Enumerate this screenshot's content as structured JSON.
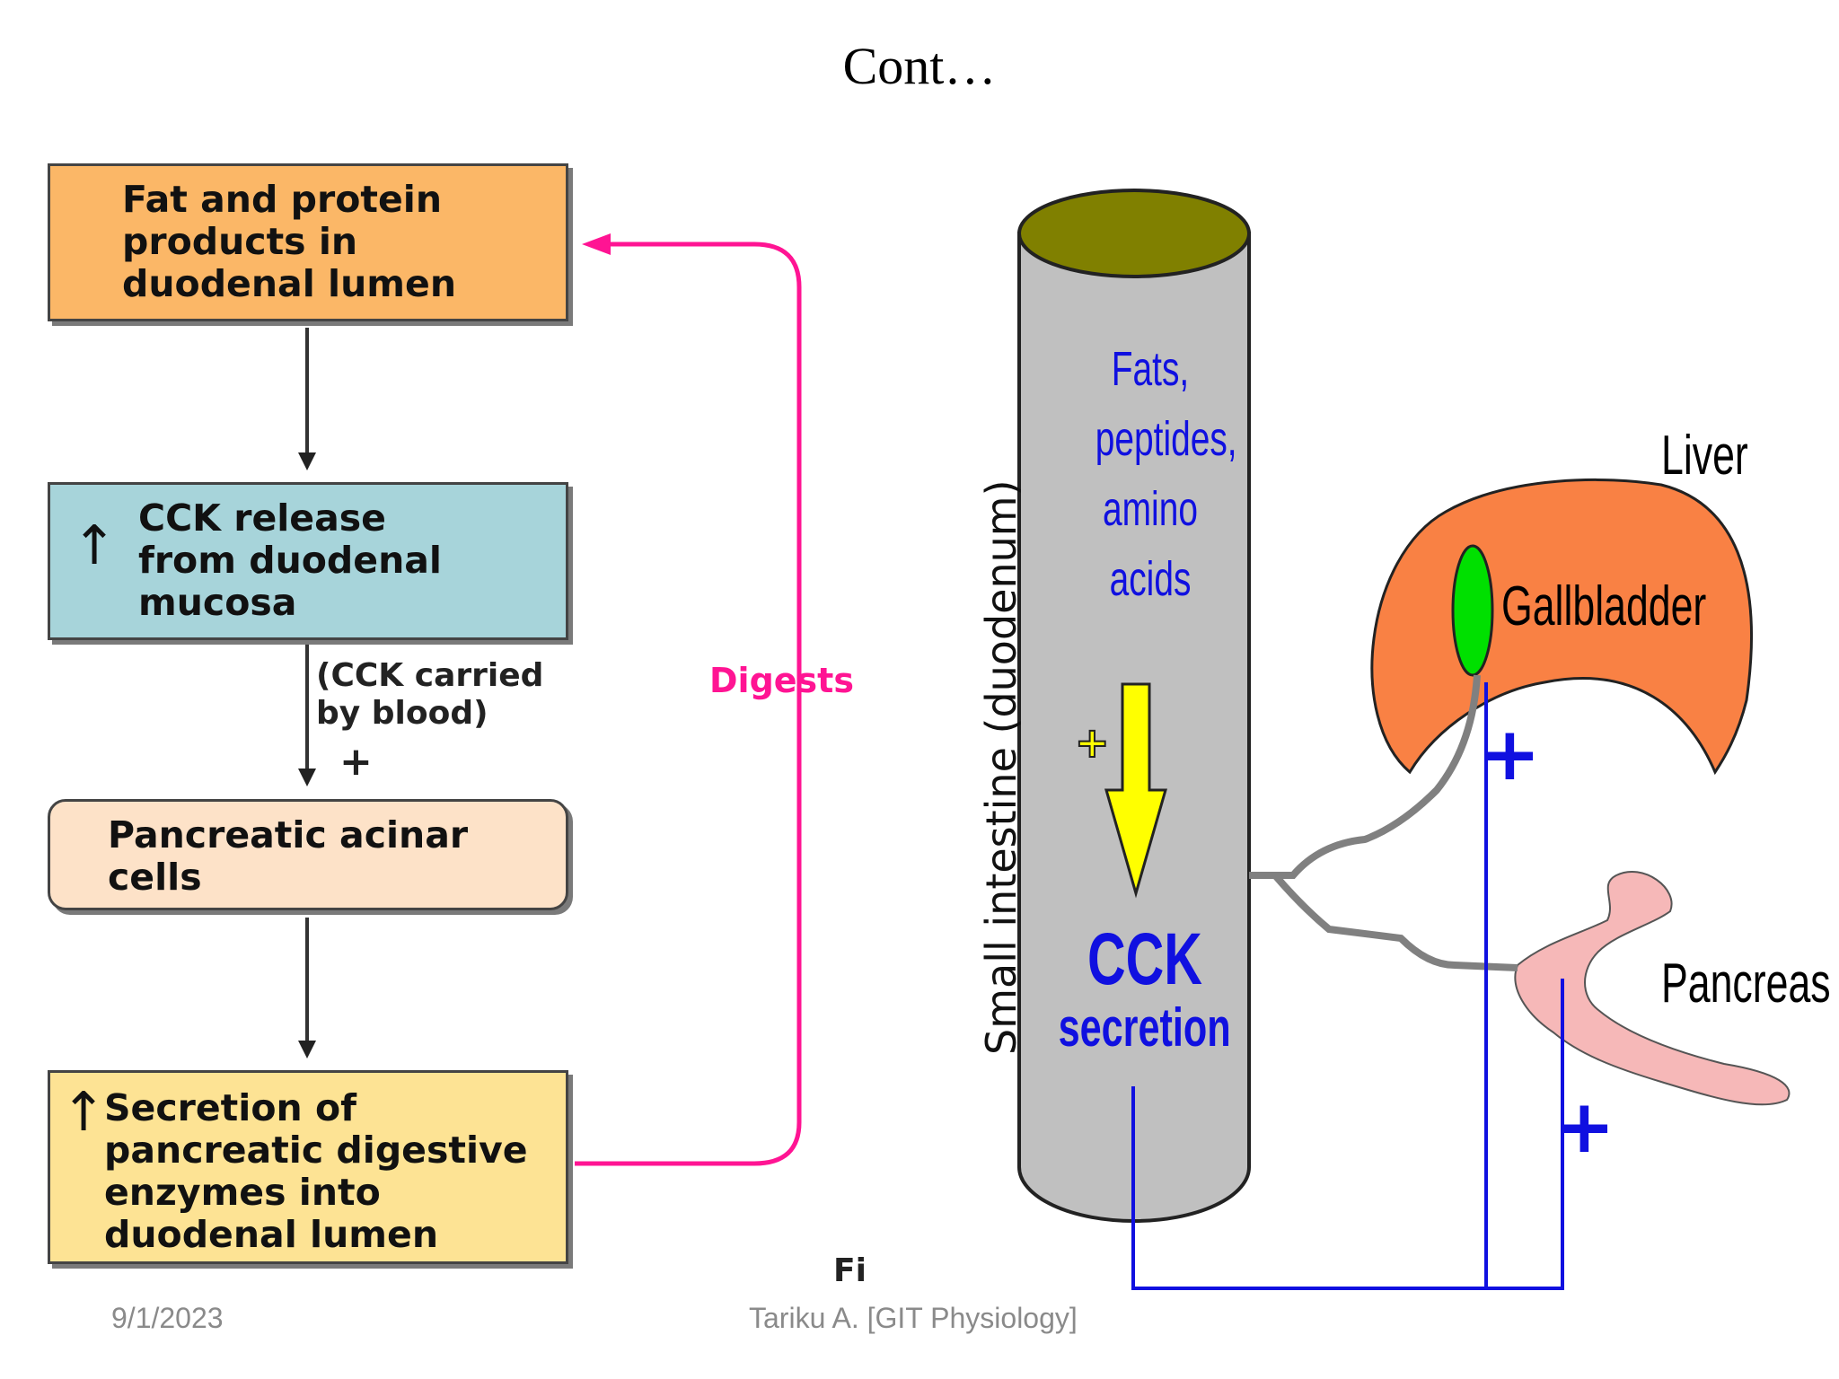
{
  "slide": {
    "title": "Cont…",
    "footer_date": "9/1/2023",
    "footer_author": "Tariku A. [GIT Physiology]",
    "fig_label": "Fi"
  },
  "flowchart": {
    "box1": "Fat and protein\nproducts in\nduodenal lumen",
    "box2": "CCK release\nfrom duodenal\nmucosa",
    "box3": "Pancreatic acinar\ncells",
    "box4": "Secretion of\npancreatic digestive\nenzymes into\nduodenal lumen",
    "note": "(CCK carried\nby blood)",
    "plus": "+",
    "feedback_label": "Digests",
    "up_arrow": "↑"
  },
  "illustration": {
    "intestine_label": "Small intestine (duodenum)",
    "nutrients": [
      "Fats,",
      "peptides,",
      "amino",
      "acids"
    ],
    "cck": "CCK",
    "secretion": "secretion",
    "liver": "Liver",
    "gallbladder": "Gallbladder",
    "pancreas": "Pancreas",
    "plus": "+"
  },
  "colors": {
    "box1": "#fbb767",
    "box2": "#a7d4da",
    "box3": "#fde2c8",
    "box4": "#fde394",
    "feedback": "#ff1493",
    "cylinder": "#c0c0c0",
    "cylinder_top": "#808000",
    "liver": "#f98144",
    "gallbladder": "#00e000",
    "pancreas": "#f6b8b8",
    "nerve": "#1010e0",
    "duct": "#808080",
    "arrow": "#ffff00"
  }
}
